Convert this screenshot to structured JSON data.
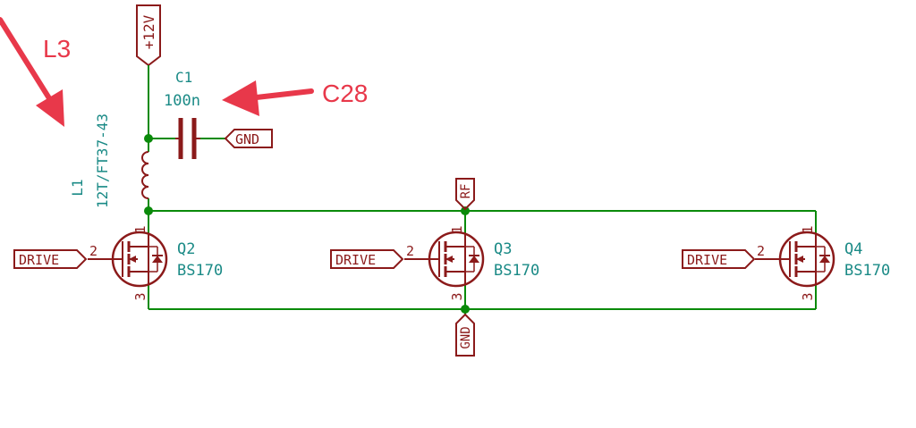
{
  "colors": {
    "wire": "#0a8a0a",
    "component": "#8b1a1a",
    "reference": "#1a8a86",
    "annotation": "#e8384a",
    "background": "#ffffff"
  },
  "annotations": {
    "l3": "L3",
    "c28": "C28"
  },
  "power": {
    "supply_label": "+12V",
    "gnd_label": "GND",
    "rf_label": "RF",
    "drive_label": "DRIVE"
  },
  "components": {
    "c1": {
      "ref": "C1",
      "value": "100n"
    },
    "l1": {
      "ref": "L1",
      "value": "12T/FT37-43"
    },
    "transistors": [
      {
        "ref": "Q2",
        "value": "BS170"
      },
      {
        "ref": "Q3",
        "value": "BS170"
      },
      {
        "ref": "Q4",
        "value": "BS170"
      }
    ]
  },
  "pins": {
    "drain": "1",
    "gate": "2",
    "source": "3"
  }
}
